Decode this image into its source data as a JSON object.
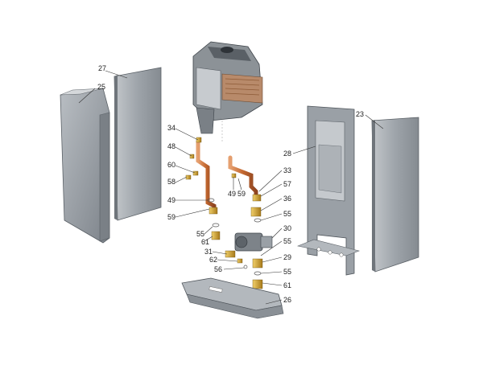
{
  "diagram": {
    "part_labels": {
      "p27": "27",
      "p25": "25",
      "p23": "23",
      "p28": "28",
      "p34": "34",
      "p48": "48",
      "p60": "60",
      "p58": "58",
      "p49a": "49",
      "p59a": "59",
      "p49b": "49",
      "p59b": "59",
      "p33": "33",
      "p57": "57",
      "p36": "36",
      "p55a": "55",
      "p30": "30",
      "p55b": "55",
      "p61a": "61",
      "p55c": "55",
      "p31": "31",
      "p62": "62",
      "p56": "56",
      "p29": "29",
      "p55d": "55",
      "p61b": "61",
      "p26": "26"
    }
  },
  "colors": {
    "panel": "#9aa0a6",
    "panel_dark": "#6f757b",
    "frame": "#8d9399",
    "copper": "#c8703c",
    "brass": "#c89b2c",
    "background": "#ffffff"
  }
}
